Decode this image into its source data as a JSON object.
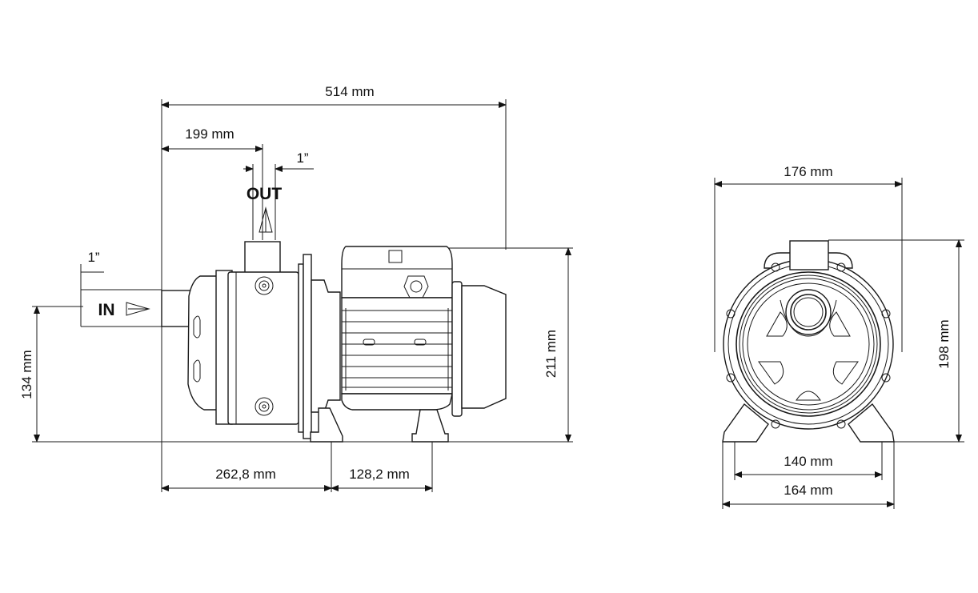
{
  "side_view": {
    "overall_length": "514 mm",
    "outlet_offset": "199 mm",
    "outlet_size": "1”",
    "outlet_label": "OUT",
    "inlet_size": "1”",
    "inlet_label": "IN",
    "inlet_height": "134 mm",
    "total_height": "211 mm",
    "front_to_foot": "262,8 mm",
    "foot_spacing": "128,2 mm"
  },
  "front_view": {
    "width": "176 mm",
    "height": "198 mm",
    "foot_inner": "140 mm",
    "foot_outer": "164 mm"
  }
}
